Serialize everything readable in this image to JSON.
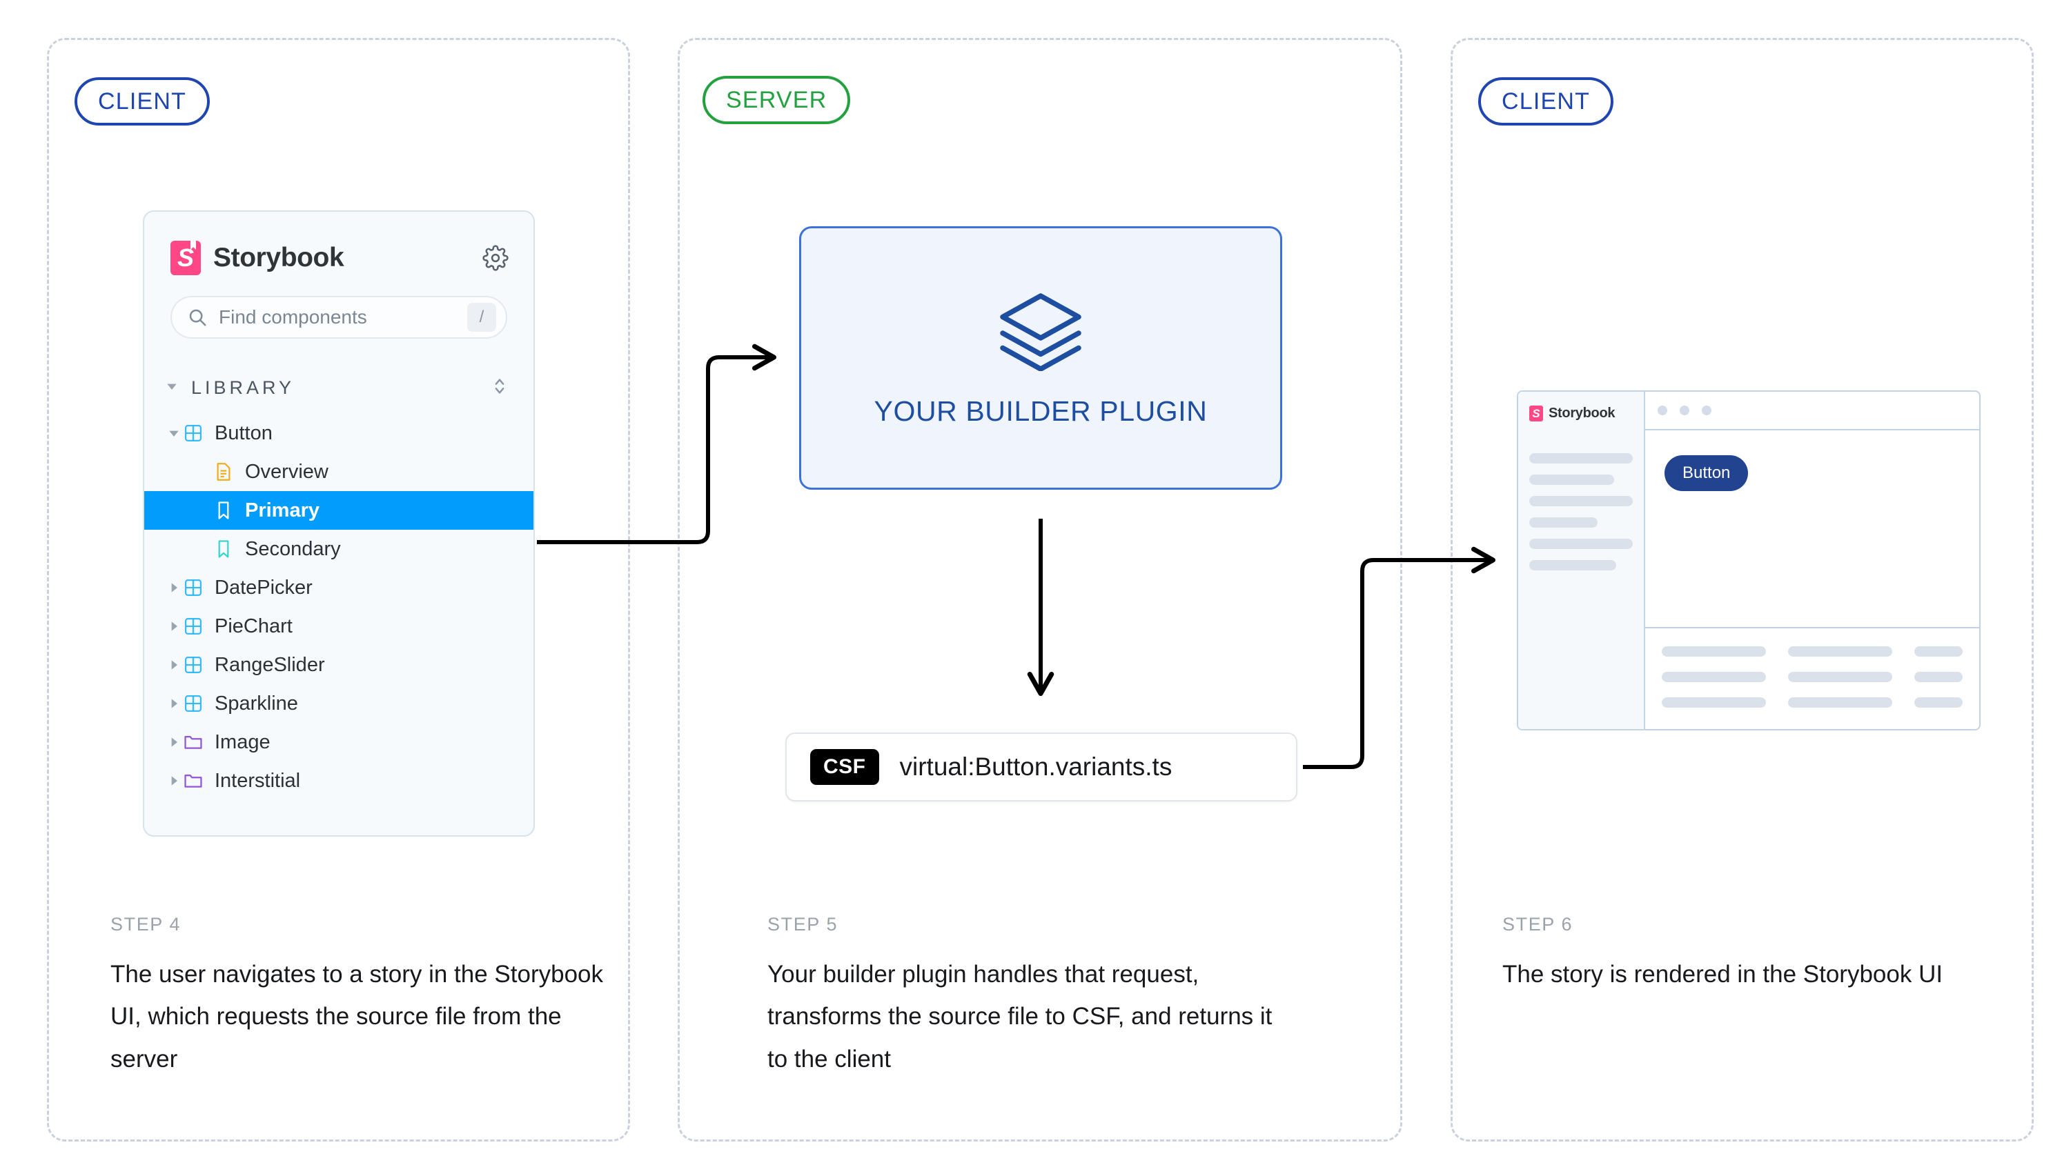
{
  "lanes": [
    {
      "role": "CLIENT",
      "color": "#1e45b0"
    },
    {
      "role": "SERVER",
      "color": "#23a13e"
    },
    {
      "role": "CLIENT",
      "color": "#1e45b0"
    }
  ],
  "storybook_panel": {
    "brand": "Storybook",
    "logo_letter": "S",
    "logo_color": "#ff4785",
    "settings_icon": "gear-icon",
    "search": {
      "placeholder": "Find components",
      "icon": "search-icon",
      "shortcut_key": "/"
    },
    "section": {
      "label": "LIBRARY",
      "expanded": true,
      "sort_icon": "sort-updown-icon"
    },
    "selected_item": "Primary",
    "selection_color": "#029cfd",
    "tree": [
      {
        "label": "Button",
        "icon": "component-grid-icon",
        "icon_color": "#35baff",
        "depth": 0,
        "twisty": "down",
        "selected": false
      },
      {
        "label": "Overview",
        "icon": "document-icon",
        "icon_color": "#f0ad1e",
        "depth": 1,
        "twisty": "none",
        "selected": false
      },
      {
        "label": "Primary",
        "icon": "story-bookmark-icon",
        "icon_color": "#ffffff",
        "depth": 1,
        "twisty": "none",
        "selected": true
      },
      {
        "label": "Secondary",
        "icon": "story-bookmark-icon",
        "icon_color": "#37d5d3",
        "depth": 1,
        "twisty": "none",
        "selected": false
      },
      {
        "label": "DatePicker",
        "icon": "component-grid-icon",
        "icon_color": "#35baff",
        "depth": 0,
        "twisty": "right",
        "selected": false
      },
      {
        "label": "PieChart",
        "icon": "component-grid-icon",
        "icon_color": "#35baff",
        "depth": 0,
        "twisty": "right",
        "selected": false
      },
      {
        "label": "RangeSlider",
        "icon": "component-grid-icon",
        "icon_color": "#35baff",
        "depth": 0,
        "twisty": "right",
        "selected": false
      },
      {
        "label": "Sparkline",
        "icon": "component-grid-icon",
        "icon_color": "#35baff",
        "depth": 0,
        "twisty": "right",
        "selected": false
      },
      {
        "label": "Image",
        "icon": "folder-icon",
        "icon_color": "#9255d9",
        "depth": 0,
        "twisty": "right",
        "selected": false
      },
      {
        "label": "Interstitial",
        "icon": "folder-icon",
        "icon_color": "#9255d9",
        "depth": 0,
        "twisty": "right",
        "selected": false
      }
    ]
  },
  "plugin_card": {
    "label": "YOUR BUILDER PLUGIN",
    "icon": "layers-icon",
    "icon_color": "#1d4ea0",
    "border_color": "#3b72d9",
    "background": "#eff4fd"
  },
  "csf_chip": {
    "tag": "CSF",
    "filename": "virtual:Button.variants.ts"
  },
  "mini_preview": {
    "brand": "Storybook",
    "logo_letter": "S",
    "window_dots": 3,
    "button_label": "Button",
    "button_color": "#22438f",
    "sidebar_bar_widths": [
      "100%",
      "82%",
      "100%",
      "66%",
      "100%",
      "84%"
    ],
    "addon_rows": 3,
    "addon_cols": 3
  },
  "steps": [
    {
      "kicker": "STEP 4",
      "text": "The user navigates to a story in the Storybook UI, which requests the source file from the server"
    },
    {
      "kicker": "STEP 5",
      "text": "Your builder plugin handles that request, transforms the source file to CSF, and returns it to the client"
    },
    {
      "kicker": "STEP 6",
      "text": "The story is rendered in the Storybook UI"
    }
  ],
  "connectors": [
    {
      "name": "story-request-arrow",
      "from": "primary-story-row",
      "to": "builder-plugin-card"
    },
    {
      "name": "transform-arrow",
      "from": "builder-plugin-card",
      "to": "csf-chip"
    },
    {
      "name": "csf-response-arrow",
      "from": "csf-chip",
      "to": "mini-preview"
    }
  ]
}
